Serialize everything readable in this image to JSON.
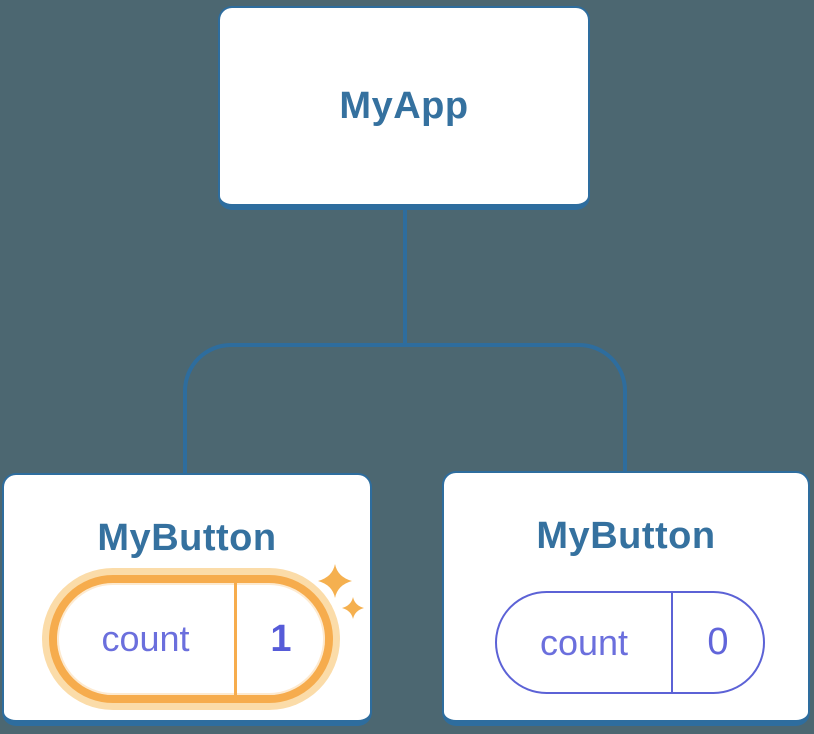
{
  "colors": {
    "background": "#4C6771",
    "node_border_blue": "#2E6D9E",
    "node_title_text": "#35719F",
    "state_text_purple": "#6B6FDD",
    "state_border_purple": "#5C62D6",
    "highlight_orange": "#F6AC4D",
    "highlight_glow": "#FBDCA9",
    "sparkle_orange": "#F5B04F"
  },
  "tree": {
    "root": {
      "label": "MyApp"
    },
    "children": [
      {
        "label": "MyButton",
        "highlighted": true,
        "icon": "sparkles-icon",
        "state": {
          "key": "count",
          "value": "1"
        }
      },
      {
        "label": "MyButton",
        "highlighted": false,
        "state": {
          "key": "count",
          "value": "0"
        }
      }
    ]
  }
}
